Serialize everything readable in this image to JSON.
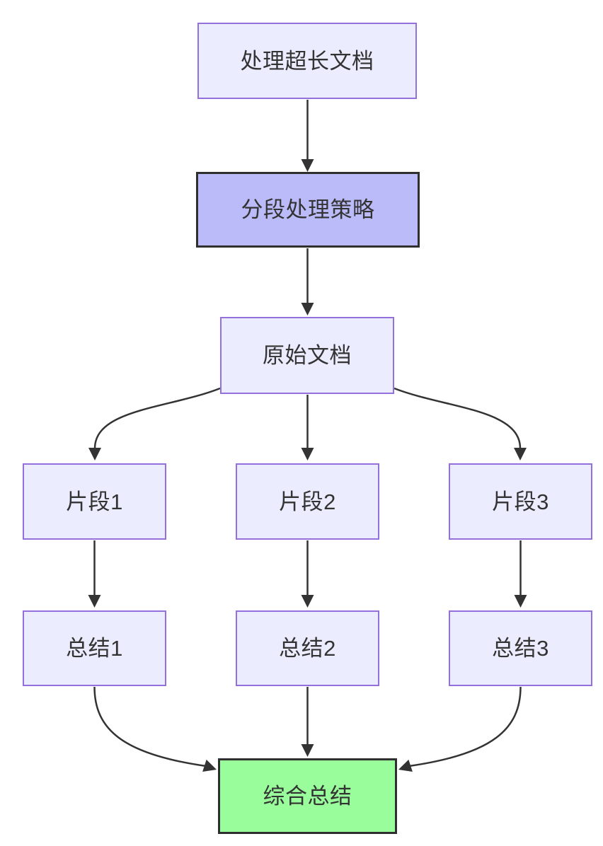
{
  "diagram": {
    "type": "flowchart",
    "direction": "top-down",
    "nodes": {
      "task": {
        "label": "处理超长文档",
        "shape": "rect",
        "style": "default"
      },
      "strategy": {
        "label": "分段处理策略",
        "shape": "rect",
        "style": "highlight-purple"
      },
      "doc": {
        "label": "原始文档",
        "shape": "rect",
        "style": "default"
      },
      "chunk1": {
        "label": "片段1",
        "shape": "rect",
        "style": "default"
      },
      "chunk2": {
        "label": "片段2",
        "shape": "rect",
        "style": "default"
      },
      "chunk3": {
        "label": "片段3",
        "shape": "rect",
        "style": "default"
      },
      "sum1": {
        "label": "总结1",
        "shape": "rect",
        "style": "default"
      },
      "sum2": {
        "label": "总结2",
        "shape": "rect",
        "style": "default"
      },
      "sum3": {
        "label": "总结3",
        "shape": "rect",
        "style": "default"
      },
      "final": {
        "label": "综合总结",
        "shape": "rect",
        "style": "highlight-green"
      }
    },
    "edges": [
      {
        "from": "task",
        "to": "strategy"
      },
      {
        "from": "strategy",
        "to": "doc"
      },
      {
        "from": "doc",
        "to": "chunk1"
      },
      {
        "from": "doc",
        "to": "chunk2"
      },
      {
        "from": "doc",
        "to": "chunk3"
      },
      {
        "from": "chunk1",
        "to": "sum1"
      },
      {
        "from": "chunk2",
        "to": "sum2"
      },
      {
        "from": "chunk3",
        "to": "sum3"
      },
      {
        "from": "sum1",
        "to": "final"
      },
      {
        "from": "sum2",
        "to": "final"
      },
      {
        "from": "sum3",
        "to": "final"
      }
    ],
    "colors": {
      "node_fill": "#ECECFF",
      "node_border": "#9370DB",
      "highlight_fill": "#BBBBFA",
      "highlight_border": "#2F2F2F",
      "final_fill": "#98FD9A",
      "final_border": "#2F2F2F",
      "edge": "#333333",
      "text": "#333333",
      "background": "#FFFFFF"
    }
  }
}
